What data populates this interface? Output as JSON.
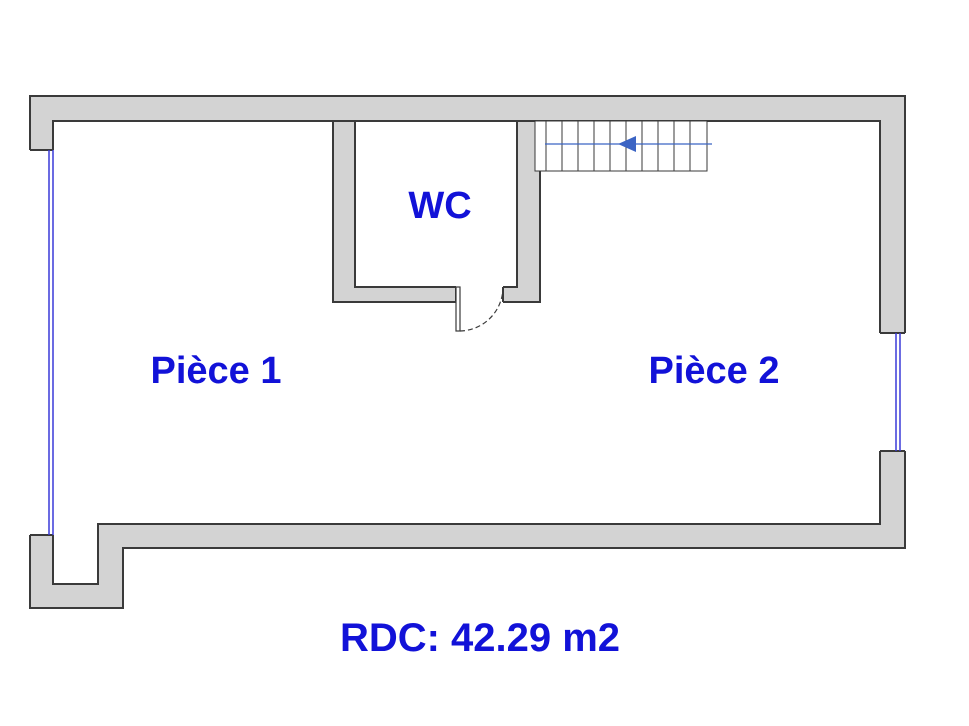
{
  "rooms": {
    "piece1": "Pièce 1",
    "piece2": "Pièce 2",
    "wc": "WC"
  },
  "summary": {
    "area": "RDC: 42.29 m2"
  },
  "colors": {
    "wall_fill": "#d3d3d3",
    "wall_stroke": "#3a3a3a",
    "label": "#1212d8",
    "window": "#3a3ad8",
    "stair_arrow": "#3b64c4"
  }
}
